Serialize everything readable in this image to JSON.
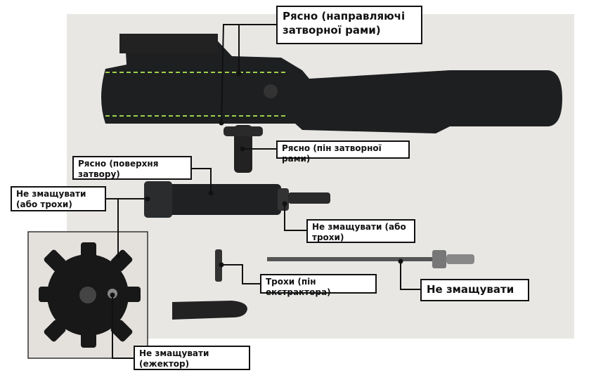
{
  "labels": {
    "carrier_rails": "Рясно (направляючі затворної рами)",
    "cam_pin": "Рясно (пін затворної рами)",
    "bolt_surface": "Рясно (поверхня затвору)",
    "bolt_lugs": "Не змащувати (або трохи)",
    "gas_rings": "Не змащувати (або трохи)",
    "extractor_pin": "Трохи (пін екстрактора)",
    "firing_pin": "Не змащувати",
    "ejector": "Не змащувати (ежектор)"
  },
  "colors": {
    "dash": "#9fd14a",
    "metal": "#1b1d1f",
    "background": "#e9e7e4"
  }
}
